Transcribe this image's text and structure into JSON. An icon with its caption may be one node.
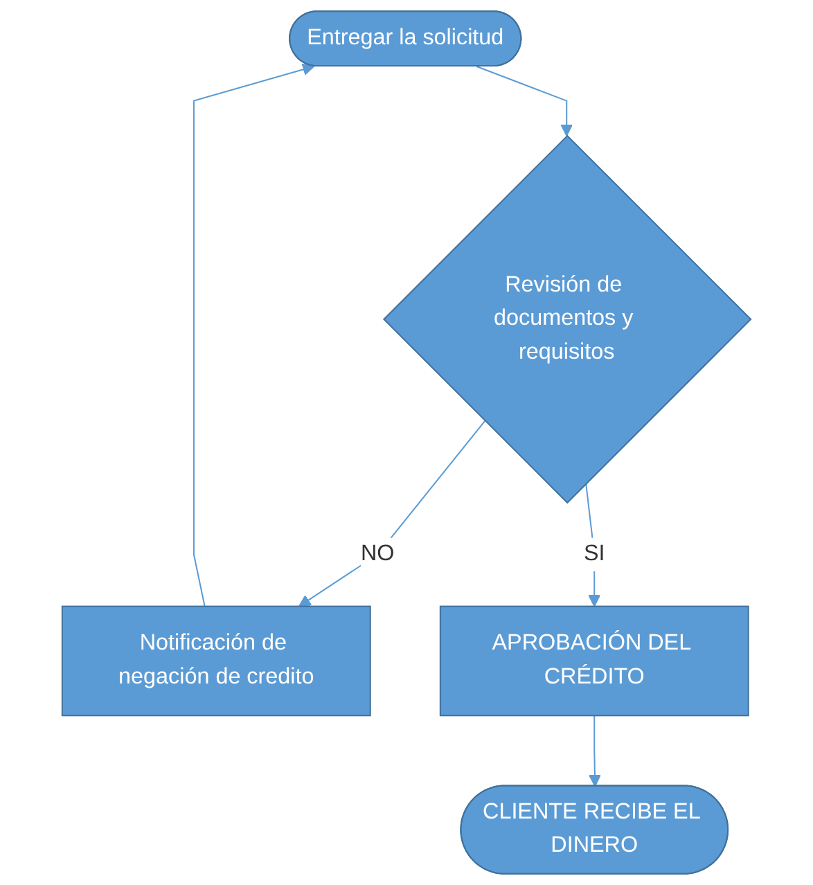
{
  "diagram": {
    "nodes": [
      {
        "text": [
          "Entregar la solicitud"
        ]
      },
      {
        "text": [
          "Revisión de documentos y requisitos"
        ]
      },
      {
        "text": [
          "Notificación de negación de credito"
        ]
      },
      {
        "text": [
          "APROBACIÓN DEL CRÉDITO"
        ]
      },
      {
        "text": [
          "CLIENTE RECIBE EL DINERO"
        ]
      }
    ],
    "edges": [
      {
        "from": 0,
        "to": 1,
        "arrow": "to"
      },
      {
        "from": 1,
        "to": 2,
        "arrow": "to",
        "label": "NO"
      },
      {
        "from": 2,
        "to": 0,
        "arrow": "to"
      },
      {
        "from": 1,
        "to": 3,
        "arrow": "to",
        "label": "SI"
      },
      {
        "from": 3,
        "to": 4,
        "arrow": "to"
      }
    ]
  }
}
